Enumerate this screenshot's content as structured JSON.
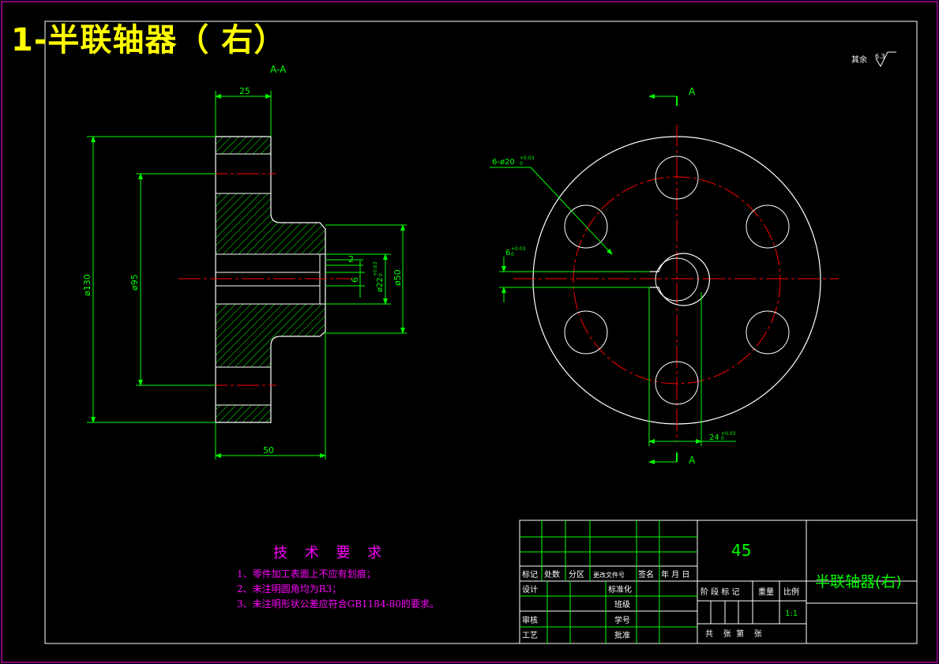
{
  "sheet_title": "1-半联轴器（  右）",
  "section_label": "A-A",
  "cut_label_top": "A",
  "cut_label_bottom": "A",
  "roughness_note": "其余",
  "roughness_value": "6.3",
  "dimensions": {
    "width_top": "25",
    "width_bottom": "50",
    "dia_outer": "ø130",
    "dia_bolt_circle": "ø95",
    "dia_hub": "ø50",
    "dia_bore": "ø22",
    "bore_tol": "+0.03",
    "bore_tol_low": "0",
    "chamfer": "2",
    "key_depth": "6",
    "holes": "6-ø20",
    "holes_tol": "+0.03",
    "holes_tol_low": "0",
    "key_width": "6",
    "key_width_tol": "+0.03",
    "key_width_tol_low": "0",
    "key_height": "24",
    "key_height_tol": "+0.03",
    "key_height_tol_low": "0"
  },
  "tech_requirements": {
    "heading": "技 术 要 求",
    "items": [
      "1、零件加工表面上不应有划痕；",
      "2、未注明圆角均为R3；",
      "3、未注明形状公差应符合GB1184-80的要求。"
    ]
  },
  "title_block": {
    "material": "45",
    "part_name": "半联轴器(右)",
    "scale": "1:1",
    "headers": [
      "标记",
      "处数",
      "分区",
      "更改文件号",
      "签名",
      "年 月 日"
    ],
    "rows_left": [
      "设计",
      "审核",
      "工艺"
    ],
    "rows_mid": [
      "标准化",
      "班级",
      "学号",
      "批准"
    ],
    "stage_label": "阶 段 标 记",
    "weight_label": "重量",
    "scale_label": "比例",
    "sheet_info": "共    张  第    张"
  },
  "colors": {
    "background": "#000000",
    "outline": "#ffffff",
    "dimension": "#00ff00",
    "hatch": "#00ff00",
    "centerline": "#ff0000",
    "title": "#ffff00",
    "annotation": "#ff00ff"
  }
}
